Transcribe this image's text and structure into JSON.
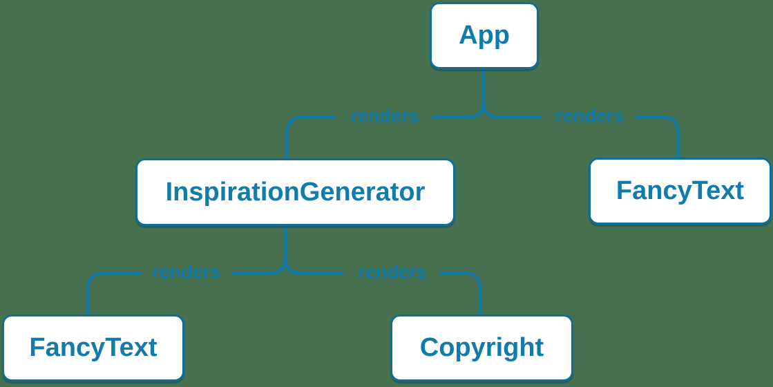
{
  "diagram": {
    "type": "component-render-tree",
    "colors": {
      "background": "#47704E",
      "accent": "#117BAA",
      "node_border": "#0F6E97",
      "node_fill": "#FFFFFF"
    },
    "nodes": [
      {
        "id": "app",
        "label": "App"
      },
      {
        "id": "inspiration-generator",
        "label": "InspirationGenerator"
      },
      {
        "id": "fancy-text-top-right",
        "label": "FancyText"
      },
      {
        "id": "fancy-text-bottom-left",
        "label": "FancyText"
      },
      {
        "id": "copyright",
        "label": "Copyright"
      }
    ],
    "edges": [
      {
        "from": "app",
        "to": "inspiration-generator",
        "label": "renders"
      },
      {
        "from": "app",
        "to": "fancy-text-top-right",
        "label": "renders"
      },
      {
        "from": "inspiration-generator",
        "to": "fancy-text-bottom-left",
        "label": "renders"
      },
      {
        "from": "inspiration-generator",
        "to": "copyright",
        "label": "renders"
      }
    ]
  }
}
